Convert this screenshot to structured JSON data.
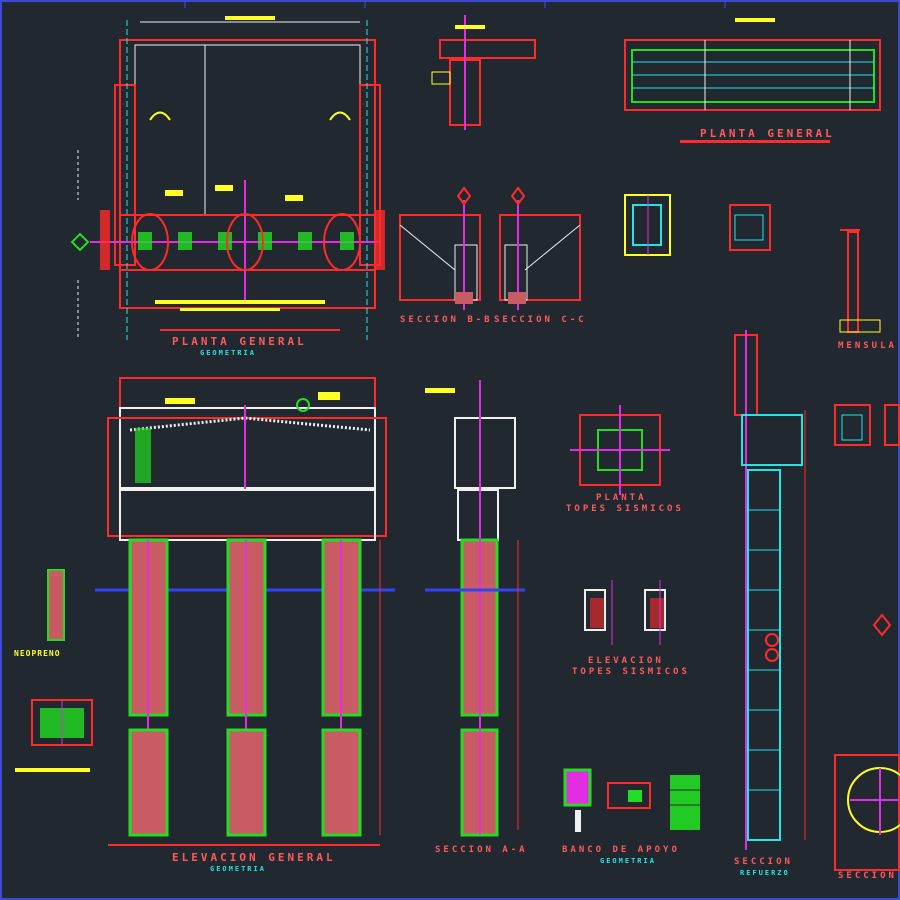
{
  "drawing": {
    "sheet_frame_color": "#3a4bd8",
    "background": "#212830"
  },
  "titles": {
    "planta_general_left": "PLANTA GENERAL",
    "elevacion_general": "ELEVACION GENERAL",
    "planta_general_right": "PLANTA GENERAL",
    "seccion_b_b": "SECCION B-B",
    "seccion_c_c": "SECCION C-C",
    "seccion_a_a": "SECCION A-A",
    "planta_topes": "PLANTA",
    "topes_sismicos": "TOPES SISMICOS",
    "elevacion_topes": "ELEVACION",
    "topes_sismicos_2": "TOPES SISMICOS",
    "banco_de_apoyo": "BANCO DE APOYO",
    "ménsula": "MENSULA",
    "neopreno": "NEOPRENO",
    "seccion_right_bottom": "SECCION"
  },
  "scale_notes": {
    "geometria": "GEOMETRIA",
    "refuerzo": "REFUERZO"
  },
  "colors": {
    "frame": "#ff2a2a",
    "green": "#22dd22",
    "yellow": "#ffff22",
    "cyan": "#22e6e6",
    "magenta": "#e02ee0",
    "blue": "#3344ee",
    "pile_fill": "#c85b63",
    "white": "#f0f0f0"
  }
}
